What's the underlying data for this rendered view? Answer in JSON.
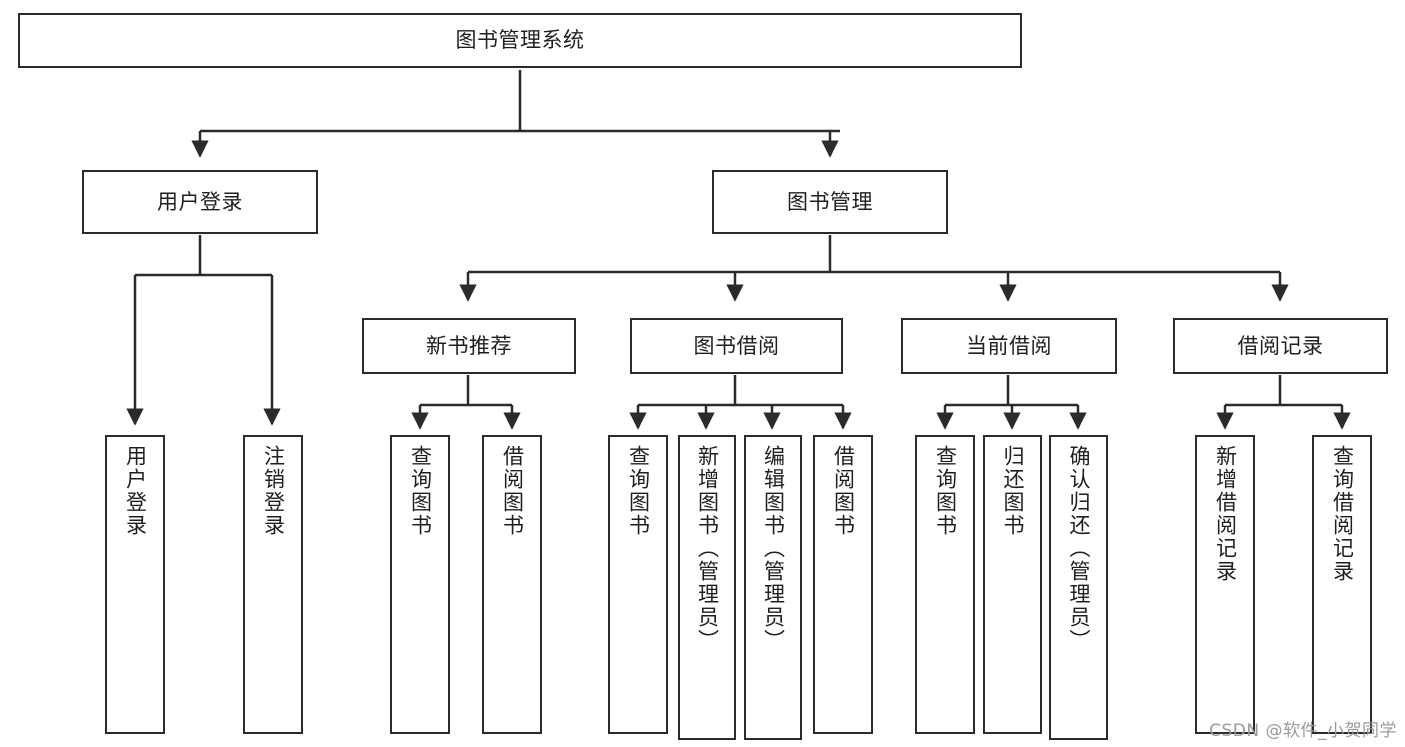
{
  "diagram": {
    "title": "图书管理系统",
    "watermark": "CSDN @软件_小贺同学",
    "colors": {
      "stroke": "#2b2b2b",
      "fill": "#ffffff",
      "text": "#1f1f1f",
      "watermark": "#9a9a9a"
    },
    "levels": {
      "root": "图书管理系统",
      "level2": [
        "用户登录",
        "图书管理"
      ],
      "level3": [
        "新书推荐",
        "图书借阅",
        "当前借阅",
        "借阅记录"
      ]
    },
    "nodes": {
      "root": {
        "label": "图书管理系统"
      },
      "user_login": {
        "label": "用户登录"
      },
      "book_manage": {
        "label": "图书管理"
      },
      "new_book_rec": {
        "label": "新书推荐"
      },
      "book_borrow": {
        "label": "图书借阅"
      },
      "current_borrow": {
        "label": "当前借阅"
      },
      "borrow_record": {
        "label": "借阅记录"
      },
      "leaf_user_login": {
        "label": "用户登录"
      },
      "leaf_logout": {
        "label": "注销登录"
      },
      "leaf_query_book_1": {
        "label": "查询图书"
      },
      "leaf_borrow_book_1": {
        "label": "借阅图书"
      },
      "leaf_query_book_2": {
        "label": "查询图书"
      },
      "leaf_add_book": {
        "label": "新增图书（管理员）"
      },
      "leaf_edit_book": {
        "label": "编辑图书（管理员）"
      },
      "leaf_borrow_book_2": {
        "label": "借阅图书"
      },
      "leaf_query_book_3": {
        "label": "查询图书"
      },
      "leaf_return_book": {
        "label": "归还图书"
      },
      "leaf_confirm_return": {
        "label": "确认归还（管理员）"
      },
      "leaf_add_record": {
        "label": "新增借阅记录"
      },
      "leaf_query_record": {
        "label": "查询借阅记录"
      }
    }
  }
}
